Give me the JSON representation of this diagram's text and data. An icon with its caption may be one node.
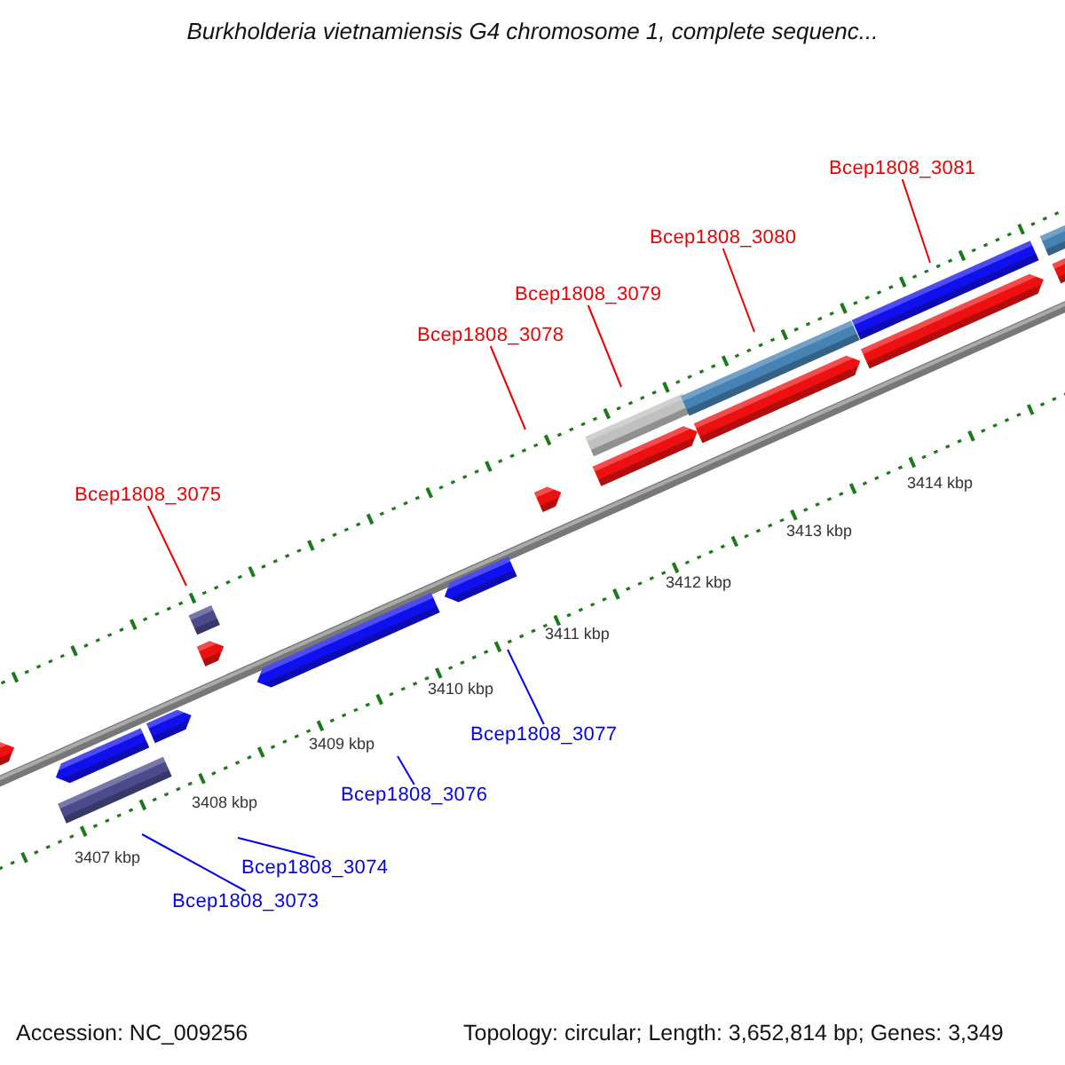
{
  "diagram": {
    "title": "Burkholderia vietnamiensis G4 chromosome 1, complete sequenc...",
    "nodes": [
      {
        "text": [
          "Bcep1808_3081"
        ]
      },
      {
        "text": [
          "Bcep1808_3080"
        ]
      },
      {
        "text": [
          "Bcep1808_3079"
        ]
      },
      {
        "text": [
          "Bcep1808_3078"
        ]
      },
      {
        "text": [
          "Bcep1808_3075"
        ]
      },
      {
        "text": [
          "Bcep1808_3077"
        ]
      },
      {
        "text": [
          "Bcep1808_3076"
        ]
      },
      {
        "text": [
          "Bcep1808_3074"
        ]
      },
      {
        "text": [
          "Bcep1808_3073"
        ]
      }
    ],
    "edges": [
      {
        "from": 0,
        "to": null,
        "arrow": "none"
      },
      {
        "from": 1,
        "to": null,
        "arrow": "none"
      },
      {
        "from": 2,
        "to": null,
        "arrow": "none"
      },
      {
        "from": 3,
        "to": null,
        "arrow": "none"
      },
      {
        "from": 4,
        "to": null,
        "arrow": "none"
      },
      {
        "from": 5,
        "to": null,
        "arrow": "none",
        "color": "#0000ee"
      },
      {
        "from": 6,
        "to": null,
        "arrow": "none",
        "color": "#0000ee"
      },
      {
        "from": 7,
        "to": null,
        "arrow": "none",
        "color": "#0000ee"
      },
      {
        "from": 8,
        "to": null,
        "arrow": "none",
        "color": "#0000ee"
      }
    ],
    "labels": [
      "3407 kbp",
      "3408 kbp",
      "3409 kbp",
      "3410 kbp",
      "3411 kbp",
      "3412 kbp",
      "3413 kbp",
      "3414 kbp",
      "Accession: NC_009256",
      "Topology: circular; Length: 3,652,814 bp; Genes: 3,349"
    ]
  }
}
